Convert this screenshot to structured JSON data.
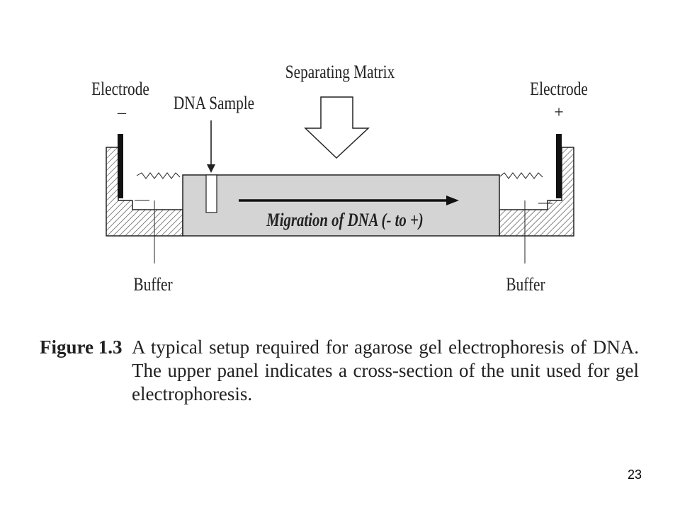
{
  "diagram": {
    "labels": {
      "electrode_left": "Electrode",
      "electrode_left_sign": "–",
      "electrode_right": "Electrode",
      "electrode_right_sign": "+",
      "dna_sample": "DNA Sample",
      "separating_matrix": "Separating Matrix",
      "migration": "Migration of DNA (- to +)",
      "buffer_left": "Buffer",
      "buffer_right": "Buffer"
    },
    "colors": {
      "gel": "#d4d4d4",
      "line": "#222222",
      "hatch": "#555555"
    }
  },
  "caption": {
    "figure_number": "Figure 1.3",
    "text": "A typical setup required for agarose gel electrophoresis of DNA. The upper panel indicates a cross-section of the unit used for gel electrophoresis."
  },
  "page_number": "23"
}
